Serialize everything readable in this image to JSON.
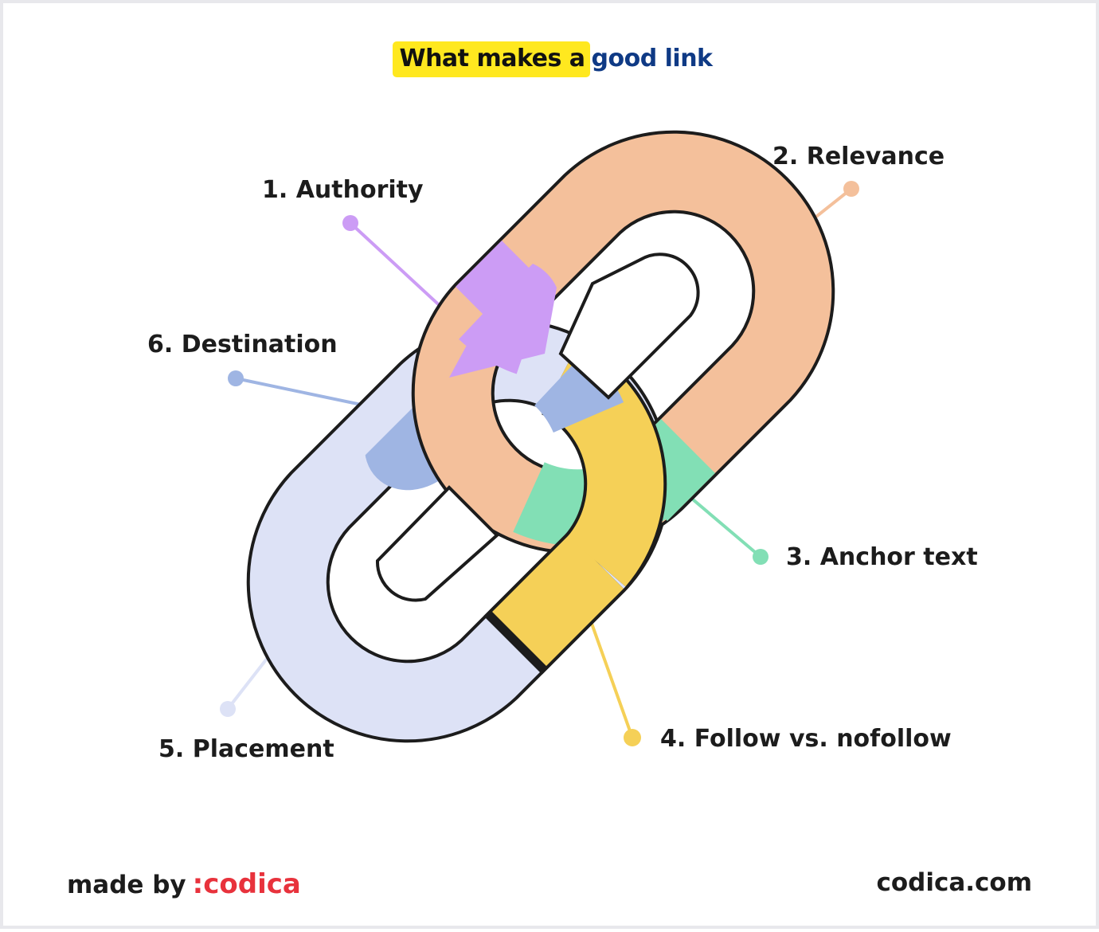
{
  "title": {
    "highlighted": "What makes a",
    "accent": "good link"
  },
  "labels": {
    "authority": "1. Authority",
    "relevance": "2. Relevance",
    "anchor_text": "3. Anchor text",
    "follow": "4. Follow vs. nofollow",
    "placement": "5. Placement",
    "destination": "6. Destination"
  },
  "footer": {
    "made_by": "made by",
    "brand": ":codica",
    "site": "codica.com"
  },
  "colors": {
    "authority": "#cc9cf5",
    "relevance": "#f4c09b",
    "anchor_text": "#82dfb5",
    "follow": "#f5d057",
    "placement": "#dde2f6",
    "destination": "#9fb5e3",
    "title_highlight": "#ffe81f",
    "title_accent": "#0f3a85",
    "brand": "#e8323c"
  }
}
